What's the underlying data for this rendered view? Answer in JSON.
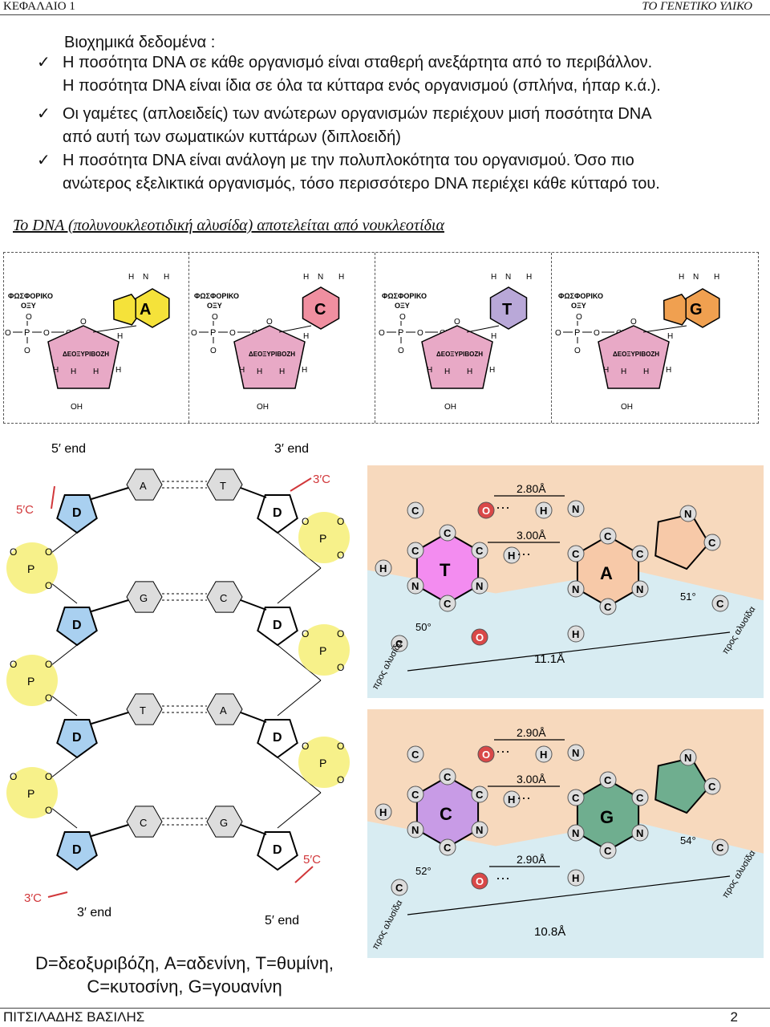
{
  "header": {
    "chapter": "ΚΕΦΑΛΑΙΟ 1",
    "title": "ΤΟ ΓΕΝΕΤΙΚΟ ΥΛΙΚΟ"
  },
  "intro": "Βιοχημικά δεδομένα :",
  "bullets": [
    {
      "line1": "Η ποσότητα  DNA σε κάθε οργανισμό είναι σταθερή ανεξάρτητα  από το περιβάλλον.",
      "line2": "Η ποσότητα DNA είναι ίδια σε όλα τα κύτταρα ενός οργανισμού (σπλήνα, ήπαρ κ.ά.)."
    },
    {
      "line1": "Οι γαμέτες (απλοειδείς) των ανώτερων οργανισμών  περιέχουν μισή ποσότητα DNA",
      "line2": "από αυτή των σωματικών κυττάρων (διπλοειδή)"
    },
    {
      "line1": "Η ποσότητα DNA είναι ανάλογη με την πολυπλοκότητα του οργανισμού. Όσο πιο",
      "line2": "ανώτερος εξελικτικά οργανισμός, τόσο περισσότερο DNA περιέχει κάθε κύτταρό του."
    }
  ],
  "heading": "Το DNA (πολυνουκλεοτιδική αλυσίδα) αποτελείται από νουκλεοτίδια",
  "nucleotide_labels": {
    "phosphate_1": "ΦΩΣΦΟΡΙΚΟ",
    "phosphate_2": "ΟΞΥ",
    "sugar": "ΔΕΟΞΥΡΙΒΟΖΗ"
  },
  "nucleotides": [
    {
      "base": "A",
      "color": "#f5e23a"
    },
    {
      "base": "C",
      "color": "#f08fa0"
    },
    {
      "base": "T",
      "color": "#b9a8d8"
    },
    {
      "base": "G",
      "color": "#f0a050"
    }
  ],
  "strand": {
    "end5_top": "5′ end",
    "end3_top": "3′ end",
    "end3_bottom": "3′ end",
    "end5_bottom": "5′ end",
    "label_5C": "5′C",
    "label_3C": "3′C",
    "pairs": [
      {
        "left": "A",
        "right": "T"
      },
      {
        "left": "G",
        "right": "C"
      },
      {
        "left": "T",
        "right": "A"
      },
      {
        "left": "C",
        "right": "G"
      }
    ],
    "sugar_label": "D",
    "phosphate_label": "P",
    "oxygen_label": "O"
  },
  "pair_TA": {
    "base_left": "T",
    "base_right": "A",
    "dist1": "2.80Å",
    "dist2": "3.00Å",
    "width": "11.1Å",
    "angle_left": "50°",
    "angle_right": "51°",
    "backbone": "προς αλυσίδα",
    "colors": {
      "T": "#f38cf0",
      "A": "#f7c9a8"
    }
  },
  "pair_CG": {
    "base_left": "C",
    "base_right": "G",
    "dist1": "2.90Å",
    "dist2": "3.00Å",
    "dist3": "2.90Å",
    "width": "10.8Å",
    "angle_left": "52°",
    "angle_right": "54°",
    "backbone": "προς αλυσίδα",
    "colors": {
      "C": "#c89be6",
      "G": "#6fae8f"
    }
  },
  "legend": {
    "line1": "D=δεοξυριβόζη, A=αδενίνη, T=θυμίνη,",
    "line2": "C=κυτοσίνη, G=γουανίνη"
  },
  "footer": {
    "author": "ΠΙΤΣΙΛΑΔΗΣ ΒΑΣΙΛΗΣ",
    "page": "2"
  }
}
